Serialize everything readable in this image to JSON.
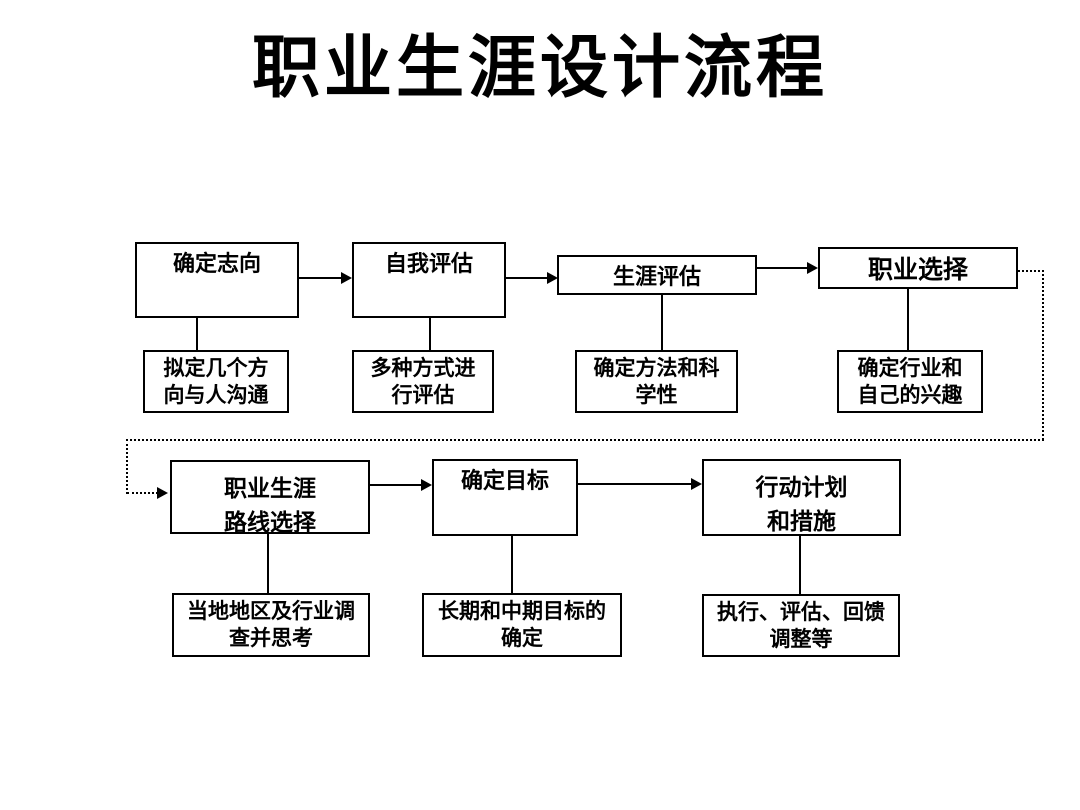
{
  "slide": {
    "title": "职业生涯设计流程"
  },
  "flowchart": {
    "row1": [
      {
        "id": "ambition",
        "label": "确定志向",
        "sub": "拟定几个方\n向与人沟通"
      },
      {
        "id": "self-assessment",
        "label": "自我评估",
        "sub": "多种方式进\n行评估"
      },
      {
        "id": "career-assessment",
        "label": "生涯评估",
        "sub": "确定方法和科\n学性"
      },
      {
        "id": "career-choice",
        "label": "职业选择",
        "sub": "确定行业和\n自己的兴趣"
      }
    ],
    "row2": [
      {
        "id": "career-path",
        "label": "职业生涯\n路线选择",
        "sub": "当地地区及行业调\n查并思考"
      },
      {
        "id": "goal-setting",
        "label": "确定目标",
        "sub": "长期和中期目标的\n确定"
      },
      {
        "id": "action-plan",
        "label": "行动计划\n和措施",
        "sub": "执行、评估、回馈\n调整等"
      }
    ]
  },
  "colors": {
    "line": "#000000",
    "background": "#ffffff",
    "text": "#000000"
  }
}
